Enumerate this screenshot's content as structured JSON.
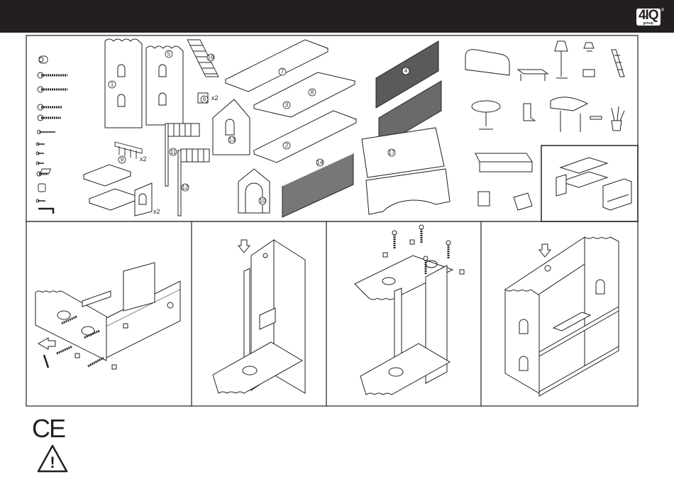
{
  "brand": {
    "logo_text": "4IQ",
    "logo_sub": "group",
    "registered": "®"
  },
  "parts": {
    "numbers": [
      "1",
      "5",
      "19",
      "6",
      "13",
      "7",
      "3",
      "8",
      "2",
      "14",
      "9",
      "11",
      "12",
      "10",
      "4",
      "17"
    ],
    "qty_x2_a": "x2",
    "qty_x2_b": "x2",
    "qty_x2_c": "x2"
  },
  "marks": {
    "ce": "CE",
    "warning": "!"
  },
  "colors": {
    "ink": "#231f20",
    "paper": "#ffffff",
    "header": "#231f20"
  }
}
